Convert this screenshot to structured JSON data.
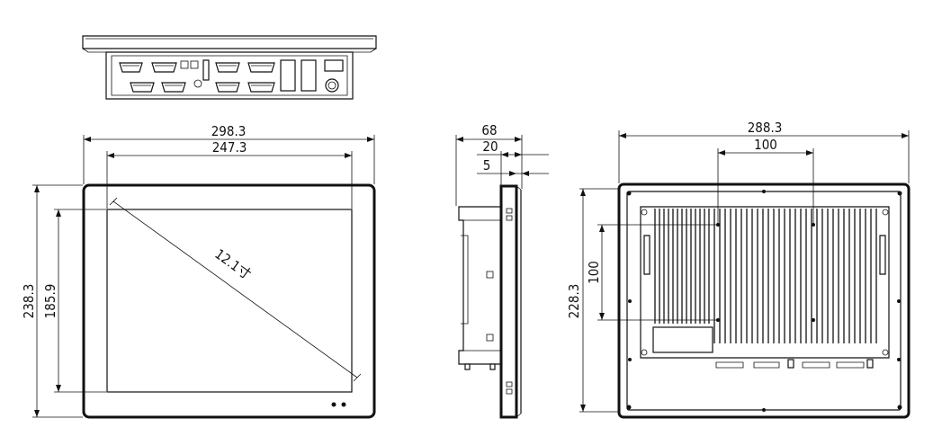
{
  "front_view": {
    "outer_width": "298.3",
    "display_width": "247.3",
    "outer_height": "238.3",
    "display_height": "185.9",
    "diagonal": "12.1寸"
  },
  "side_view": {
    "depth_total": "68",
    "depth_bezel": "20",
    "depth_lip": "5"
  },
  "rear_view": {
    "outer_width": "288.3",
    "vesa_width": "100",
    "outer_height": "228.3",
    "vesa_height": "100"
  }
}
